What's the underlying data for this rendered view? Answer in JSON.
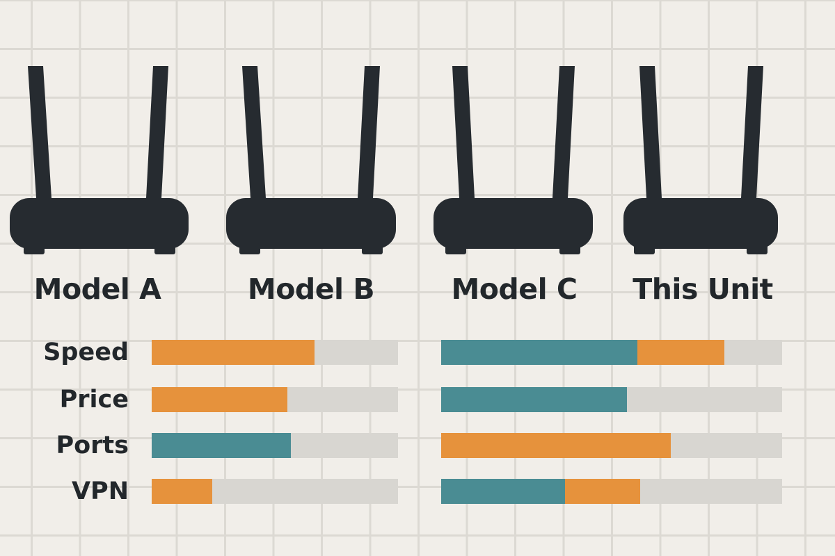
{
  "colors": {
    "orange": "#e6923c",
    "teal": "#4a8c93",
    "track": "#d8d6d1",
    "device": "#262b30",
    "text": "#22272b",
    "background": "#f1eee9",
    "grid": "#dcd9d3"
  },
  "models": [
    {
      "label": "Model A",
      "icon": "router-icon"
    },
    {
      "label": "Model B",
      "icon": "router-icon"
    },
    {
      "label": "Model C",
      "icon": "router-icon"
    },
    {
      "label": "This Unit",
      "icon": "router-icon"
    }
  ],
  "metrics": [
    {
      "label": "Speed",
      "left_bar": [
        {
          "color": "orange",
          "fraction": 0.66
        }
      ],
      "right_bar": [
        {
          "color": "teal",
          "fraction": 0.575
        },
        {
          "color": "orange",
          "fraction": 0.255
        }
      ]
    },
    {
      "label": "Price",
      "left_bar": [
        {
          "color": "orange",
          "fraction": 0.55
        }
      ],
      "right_bar": [
        {
          "color": "teal",
          "fraction": 0.545
        }
      ]
    },
    {
      "label": "Ports",
      "left_bar": [
        {
          "color": "teal",
          "fraction": 0.565
        }
      ],
      "right_bar": [
        {
          "color": "orange",
          "fraction": 0.673
        }
      ]
    },
    {
      "label": "VPN",
      "left_bar": [
        {
          "color": "orange",
          "fraction": 0.245
        }
      ],
      "right_bar": [
        {
          "color": "teal",
          "fraction": 0.364
        },
        {
          "color": "orange",
          "fraction": 0.22
        }
      ]
    }
  ]
}
